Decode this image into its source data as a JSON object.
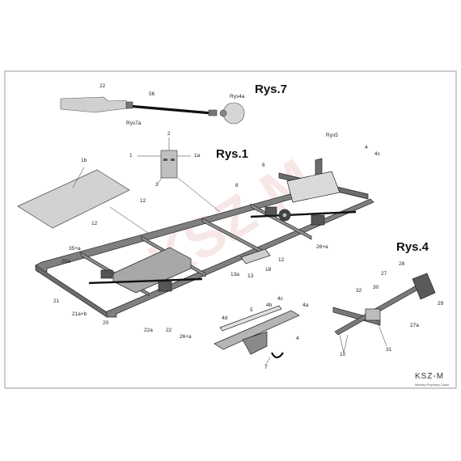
{
  "titles": {
    "rys7": "Rys.7",
    "rys1": "Rys.1",
    "rys4": "Rys.4"
  },
  "labels": [
    "22",
    "56",
    "Rys7a",
    "Rys4a",
    "2",
    "1",
    "1a",
    "3",
    "1b",
    "Rys5",
    "4",
    "4c",
    "6",
    "8",
    "12",
    "12",
    "35+a",
    "20a",
    "21",
    "21a+b",
    "20",
    "22a",
    "22",
    "26+a",
    "13a",
    "13",
    "12",
    "18",
    "26+a",
    "4d",
    "5",
    "4b",
    "4c",
    "4a",
    "4",
    "7",
    "28",
    "32",
    "30",
    "27",
    "27a",
    "29",
    "10",
    "31"
  ],
  "logo": {
    "main": "KSZ-M",
    "sub": "Naczepy Przyczepy Części"
  },
  "watermark": "KSZ-M",
  "colors": {
    "line": "#2a2a2a",
    "frame_fill": "#8a8a8a",
    "light_fill": "#c9c9c9",
    "bg": "#ffffff",
    "watermark": "#f2c9c9"
  }
}
